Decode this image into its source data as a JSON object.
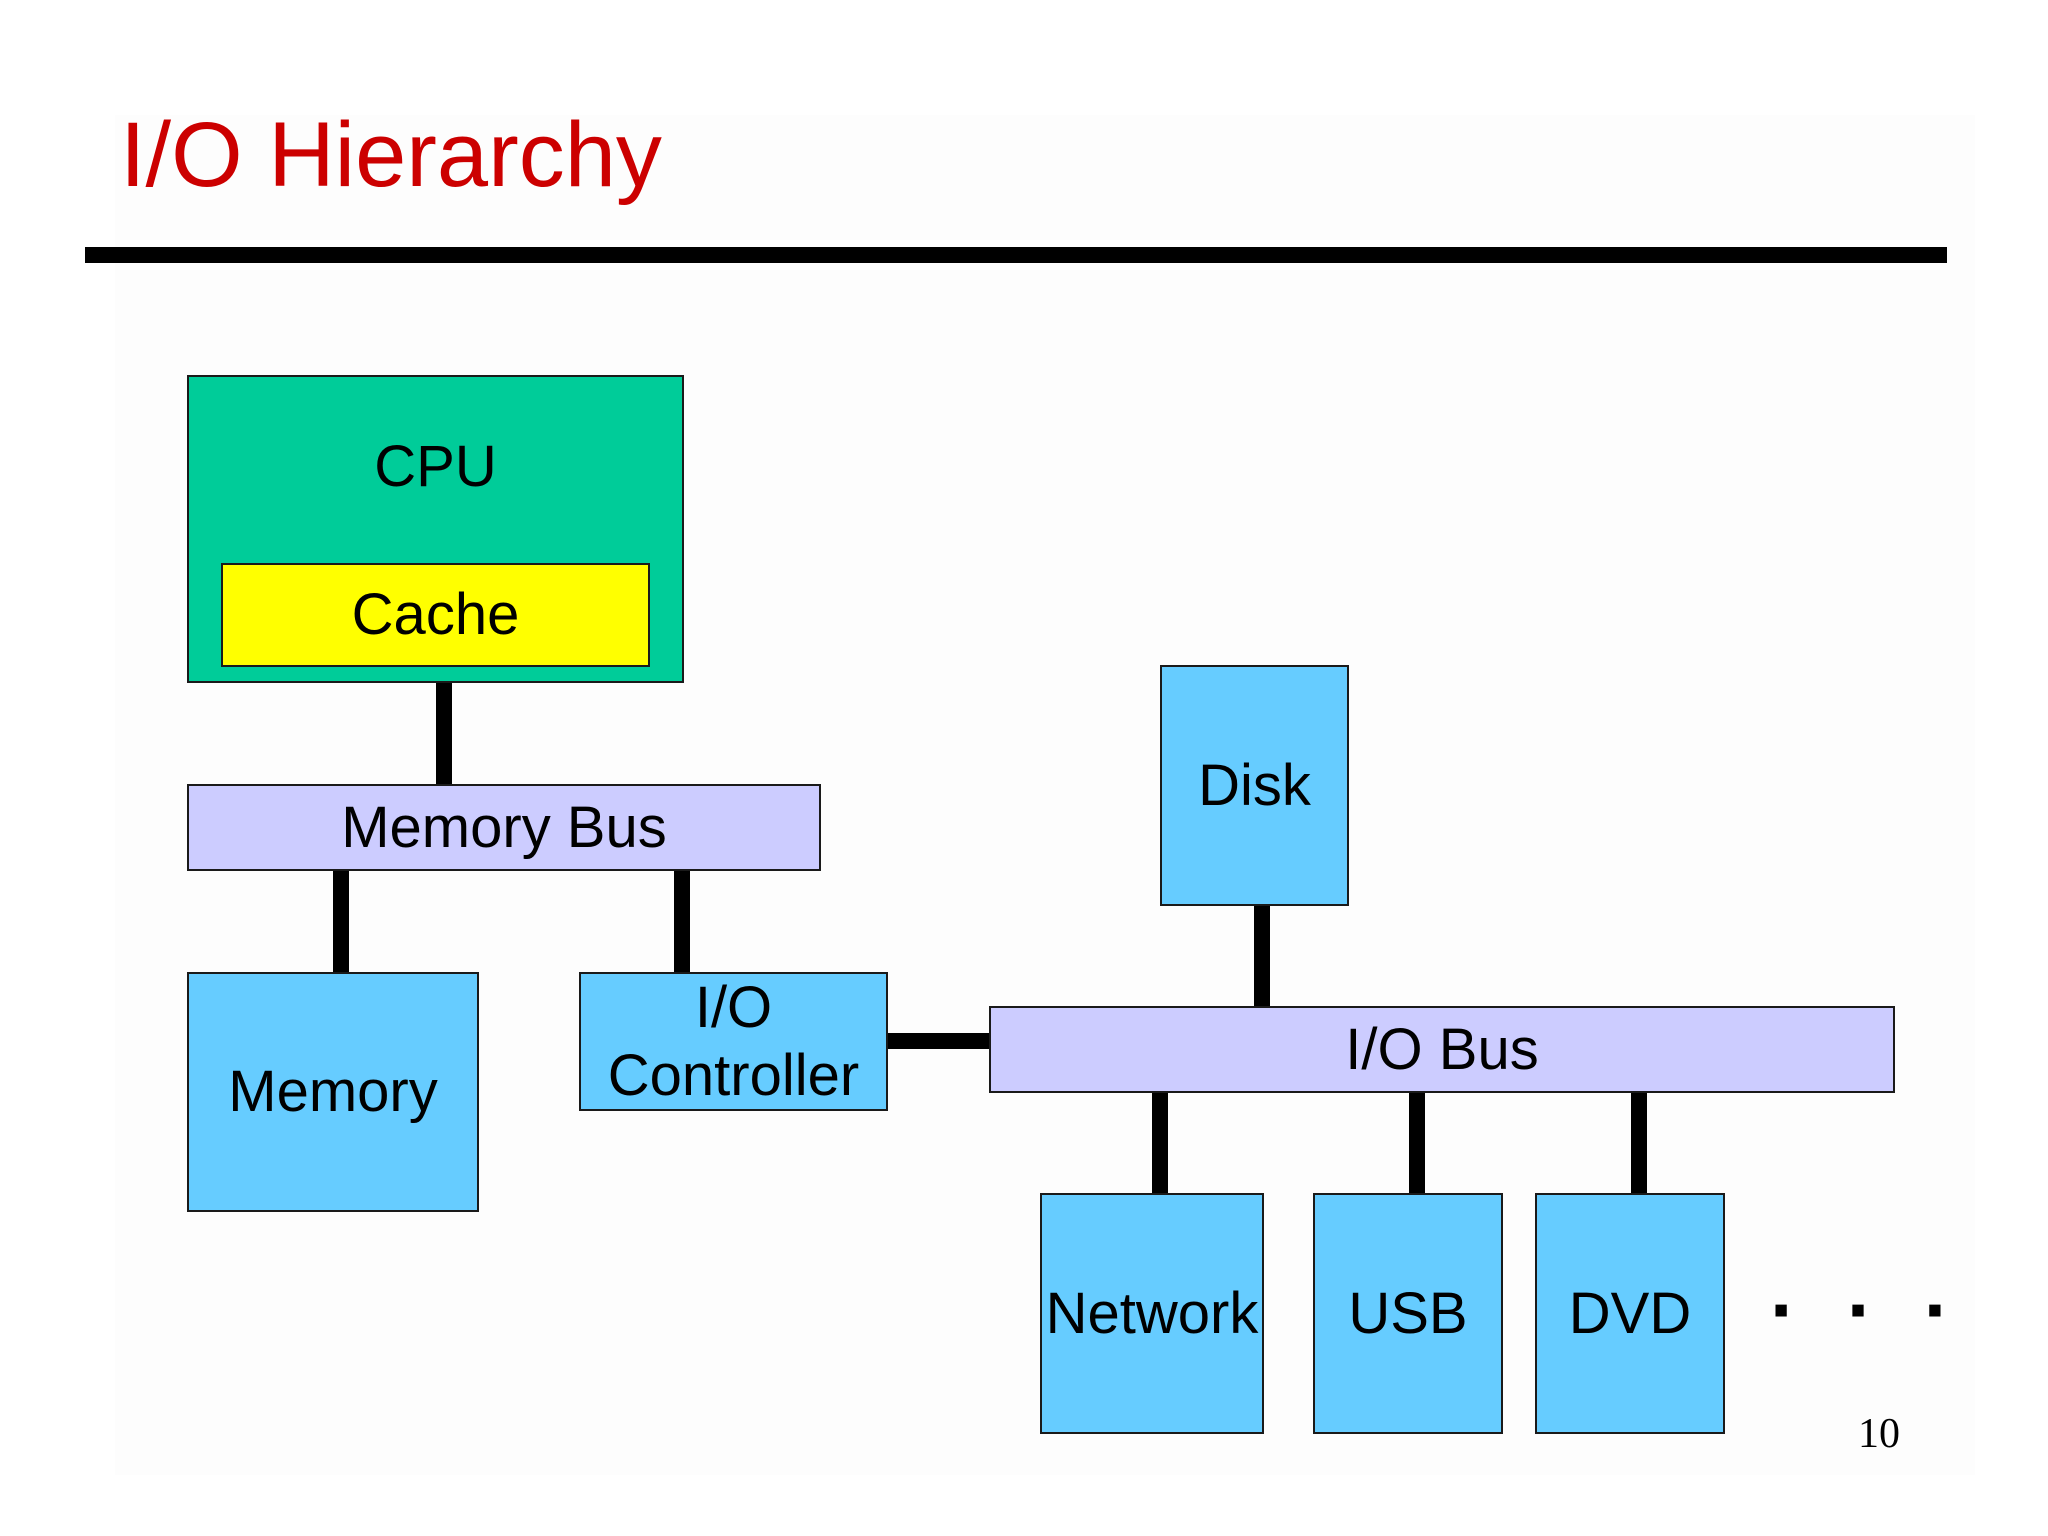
{
  "slide": {
    "title": "I/O Hierarchy",
    "page_number": "10",
    "ellipsis": "· · ·"
  },
  "colors": {
    "title": "#cc0000",
    "cpu": "#00cc99",
    "cache": "#ffff00",
    "bus": "#ccccff",
    "device": "#66ccff",
    "wire": "#000000"
  },
  "diagram": {
    "cpu": "CPU",
    "cache": "Cache",
    "memory_bus": "Memory Bus",
    "memory": "Memory",
    "io_controller_line1": "I/O",
    "io_controller_line2": "Controller",
    "disk": "Disk",
    "io_bus": "I/O Bus",
    "network": "Network",
    "usb": "USB",
    "dvd": "DVD"
  }
}
